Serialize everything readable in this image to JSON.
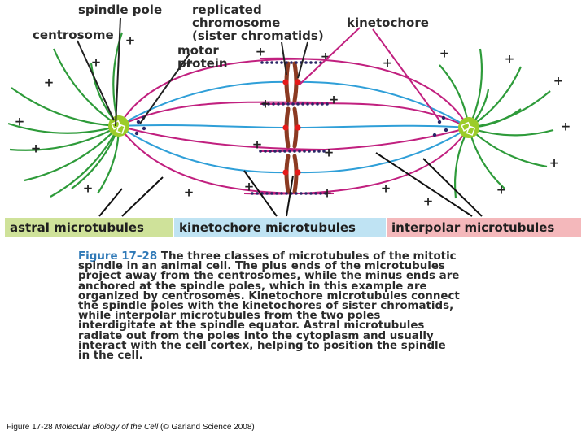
{
  "labels": {
    "spindle_pole": "spindle pole",
    "replicated_chromosome": [
      "replicated",
      "chromosome",
      "(sister chromatids)"
    ],
    "kinetochore": "kinetochore",
    "centrosome": "centrosome",
    "motor_protein": [
      "motor",
      "protein"
    ]
  },
  "legend": {
    "astral": "astral microtubules",
    "kinetochore_mt": "kinetochore microtubules",
    "interpolar": "interpolar microtubules"
  },
  "colors": {
    "astral": "#2e9b3a",
    "kinetochore_mt": "#2f9fd8",
    "interpolar": "#c1207f",
    "centrosome": "#9ccc2a",
    "chromosome": "#8b3a22",
    "kinetochore_dot": "#e51a1a",
    "motor_protein": "#2a2666",
    "astral_bar": "#cfe29a",
    "kinetochore_bar": "#bfe3f3",
    "interpolar_bar": "#f4b8bb"
  },
  "caption": {
    "figure": "Figure 17–28",
    "text": "The three classes of microtubules of the mitotic spindle in an animal cell. The plus ends of the microtubules project away from the centrosomes, while the minus ends are anchored at the spindle poles, which in this example are organized by centrosomes. Kinetochore microtubules connect the spindle poles with the kinetochores of sister chromatids, while interpolar microtubules from the two poles interdigitate at the spindle equator. Astral microtubules radiate out from the poles into the cytoplasm and usually interact with the cell cortex, helping to position the spindle in the cell."
  },
  "credit": {
    "prefix": "Figure 17-28",
    "book": "Molecular Biology of the Cell",
    "suffix": "(© Garland Science 2008)"
  },
  "plus_sign": "+"
}
